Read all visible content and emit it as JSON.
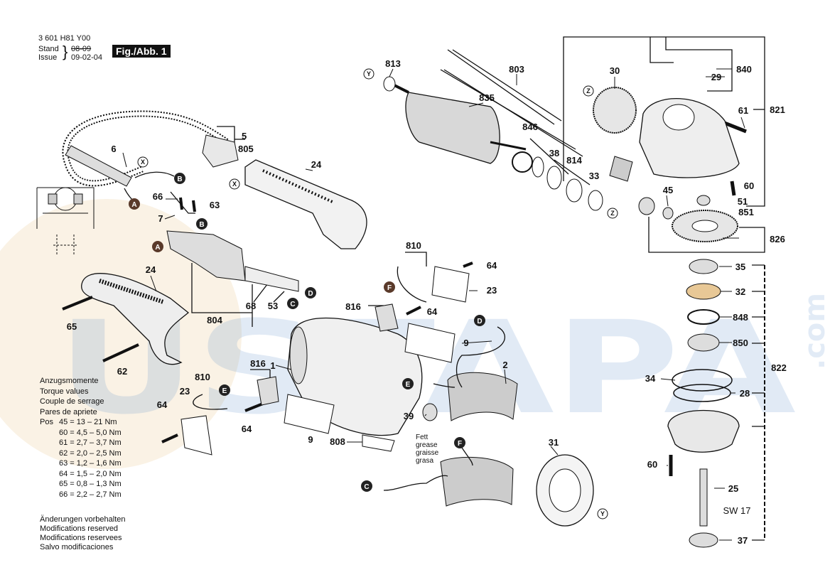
{
  "header": {
    "part_number": "3 601 H81 Y00",
    "stand_label": "Stand",
    "issue_label": "Issue",
    "old_date": "08-09",
    "new_date": "09-02-04",
    "fig_label": "Fig./Abb. 1"
  },
  "watermark": {
    "text": "USTAPA",
    "suffix": ".com",
    "color": "#1e66b8"
  },
  "torque": {
    "titles": [
      "Anzugsmomente",
      "Torque values",
      "Couple de serrage",
      "Pares de apriete"
    ],
    "pos_label": "Pos",
    "rows": [
      {
        "pos": "45",
        "eq": "=",
        "val": "13 – 21 Nm"
      },
      {
        "pos": "60",
        "eq": "=",
        "val": "4,5 – 5,0 Nm"
      },
      {
        "pos": "61",
        "eq": "=",
        "val": "2,7 – 3,7 Nm"
      },
      {
        "pos": "62",
        "eq": "=",
        "val": "2,0 – 2,5 Nm"
      },
      {
        "pos": "63",
        "eq": "=",
        "val": "1,2 – 1,6 Nm"
      },
      {
        "pos": "64",
        "eq": "=",
        "val": "1,5 – 2,0 Nm"
      },
      {
        "pos": "65",
        "eq": "=",
        "val": "0,8 – 1,3 Nm"
      },
      {
        "pos": "66",
        "eq": "=",
        "val": "2,2 – 2,7 Nm"
      }
    ]
  },
  "modifications": [
    "Änderungen vorbehalten",
    "Modifications reserved",
    "Modifications reservees",
    "Salvo modificaciones"
  ],
  "grease": [
    "Fett",
    "grease",
    "graisse",
    "grasa"
  ],
  "sw_label": "SW 17",
  "parts": {
    "p1": "1",
    "p2": "2",
    "p5": "5",
    "p6": "6",
    "p7": "7",
    "p9a": "9",
    "p9b": "9",
    "p23a": "23",
    "p23b": "23",
    "p24a": "24",
    "p24b": "24",
    "p25": "25",
    "p28": "28",
    "p29": "29",
    "p30": "30",
    "p31": "31",
    "p32": "32",
    "p33": "33",
    "p34": "34",
    "p35": "35",
    "p37": "37",
    "p38": "38",
    "p39": "39",
    "p45": "45",
    "p51": "51",
    "p53": "53",
    "p60a": "60",
    "p60b": "60",
    "p61": "61",
    "p62": "62",
    "p63": "63",
    "p64a": "64",
    "p64b": "64",
    "p64c": "64",
    "p64d": "64",
    "p65": "65",
    "p66": "66",
    "p68": "68",
    "p803": "803",
    "p804": "804",
    "p805": "805",
    "p808": "808",
    "p810a": "810",
    "p810b": "810",
    "p813": "813",
    "p814": "814",
    "p816a": "816",
    "p816b": "816",
    "p821": "821",
    "p822": "822",
    "p826": "826",
    "p835": "835",
    "p840": "840",
    "p846": "846",
    "p848": "848",
    "p850": "850",
    "p851": "851"
  },
  "connectors": {
    "A": "A",
    "B": "B",
    "C": "C",
    "D": "D",
    "E": "E",
    "F": "F",
    "X": "X",
    "Y": "Y",
    "Z": "Z"
  }
}
